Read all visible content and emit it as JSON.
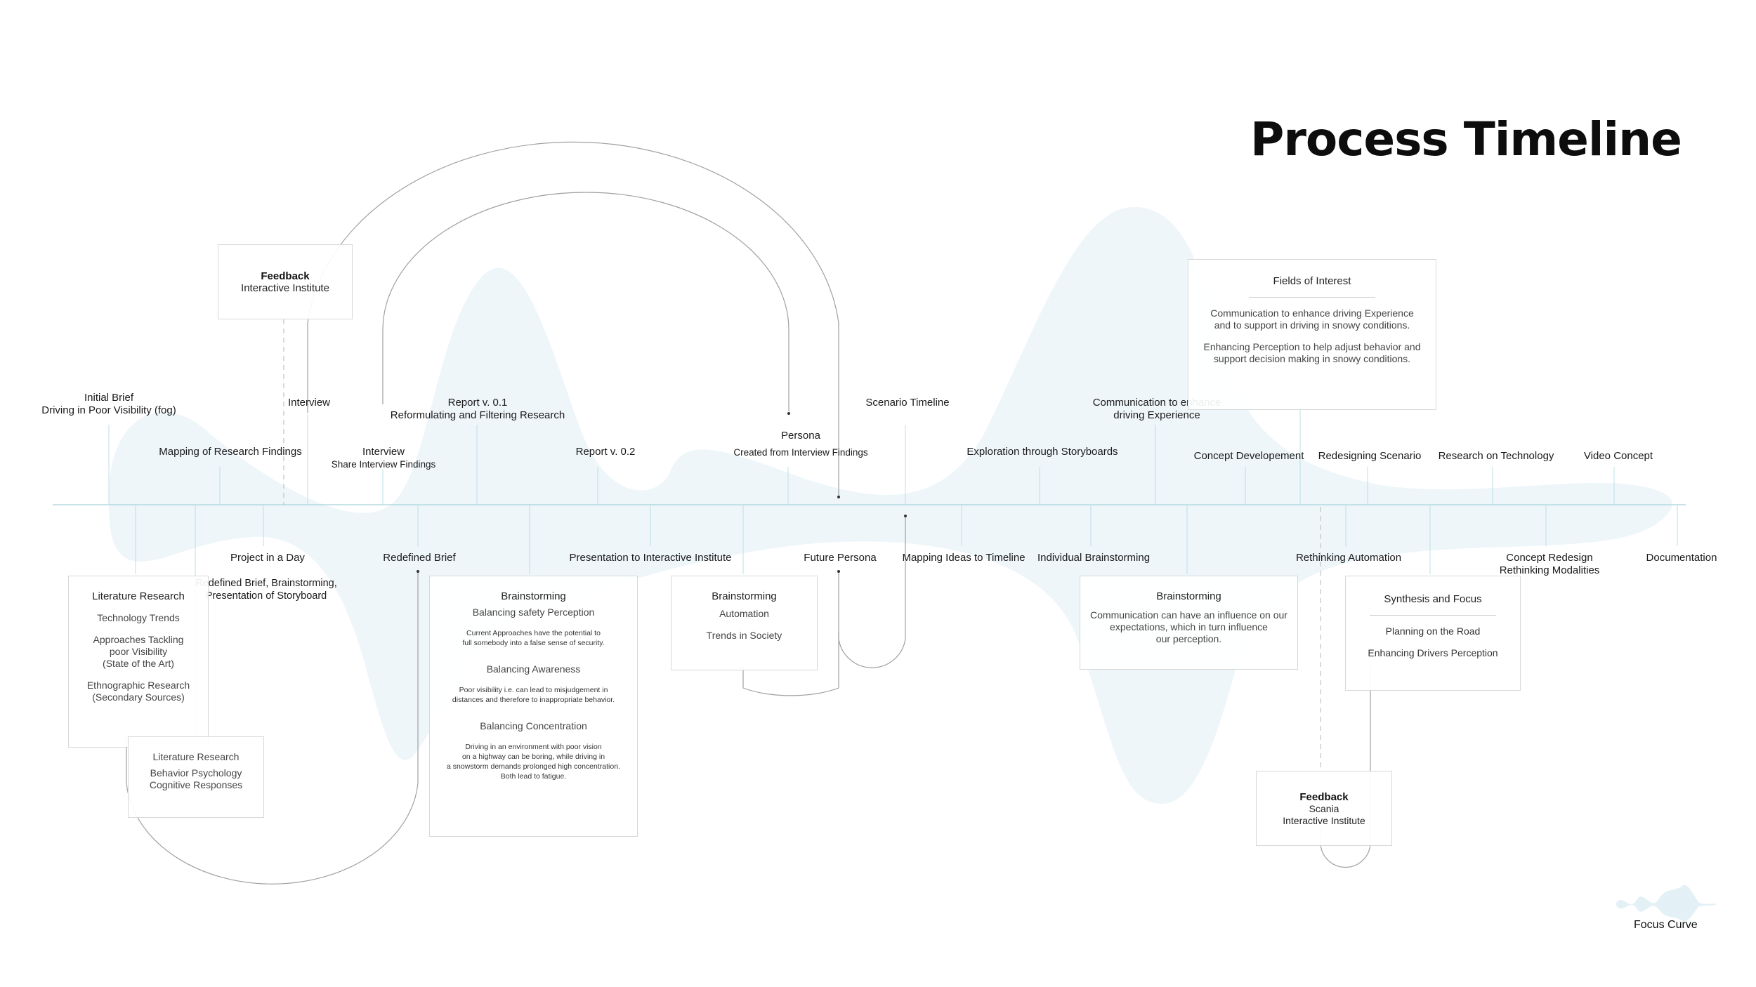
{
  "title": "Process Timeline",
  "legend": {
    "label": "Focus Curve"
  },
  "colors": {
    "curve_fill": "#eef6fa",
    "axis": "#a9d4dc",
    "tick": "#bcdfe5",
    "arc": "#a0a0a0",
    "dash": "#b5b5b5"
  },
  "above": [
    {
      "line1": "Initial Brief",
      "line2": "Driving in Poor Visibility (fog)"
    },
    {
      "line1": "Mapping of Research Findings",
      "line2": ""
    },
    {
      "line1": "Interview",
      "line2": ""
    },
    {
      "line1": "Interview",
      "line2": "Share Interview Findings"
    },
    {
      "line1": "Report v. 0.1",
      "line2": "Reformulating and Filtering Research"
    },
    {
      "line1": "Report v. 0.2",
      "line2": ""
    },
    {
      "line1": "Persona",
      "line2": "Created from Interview Findings"
    },
    {
      "line1": "Scenario Timeline",
      "line2": ""
    },
    {
      "line1": "Exploration through Storyboards",
      "line2": ""
    },
    {
      "line1": "Communication to enhance",
      "line2": "driving Experience"
    },
    {
      "line1": "Concept Developement",
      "line2": ""
    },
    {
      "line1": "Redesigning Scenario",
      "line2": ""
    },
    {
      "line1": "Research on Technology",
      "line2": ""
    },
    {
      "line1": "Video Concept",
      "line2": ""
    }
  ],
  "below": [
    {
      "line1": "Project in a Day",
      "line2": ""
    },
    {
      "line1": "Redefined Brief",
      "line2": ""
    },
    {
      "line1": "Presentation to Interactive Institute",
      "line2": ""
    },
    {
      "line1": "Future Persona",
      "line2": ""
    },
    {
      "line1": "Mapping Ideas to Timeline",
      "line2": ""
    },
    {
      "line1": "Individual Brainstorming",
      "line2": ""
    },
    {
      "line1": "Rethinking Automation",
      "line2": ""
    },
    {
      "line1": "Concept Redesign",
      "line2": "Rethinking Modalities"
    },
    {
      "line1": "Documentation",
      "line2": ""
    }
  ],
  "project_day_note": {
    "line1": "Redefined Brief, Brainstorming,",
    "line2": "Presentation of Storyboard"
  },
  "cards": {
    "feedback_ii": {
      "title": "Feedback",
      "sub": "Interactive Institute"
    },
    "fields": {
      "title": "Fields of Interest",
      "p1a": "Communication to enhance driving Experience",
      "p1b": "and to support in driving in snowy conditions.",
      "p2a": "Enhancing Perception to help adjust behavior and",
      "p2b": "support decision making in snowy conditions."
    },
    "lit1": {
      "title": "Literature Research",
      "i1": "Technology Trends",
      "i2a": "Approaches Tackling",
      "i2b": "poor Visibility",
      "i2c": "(State of the Art)",
      "i3a": "Ethnographic Research",
      "i3b": "(Secondary Sources)"
    },
    "lit2": {
      "title": "Literature Research",
      "a": "Behavior Psychology",
      "b": "Cognitive Responses"
    },
    "brain1": {
      "title": "Brainstorming",
      "h1": "Balancing safety Perception",
      "s1a": "Current Approaches have the potential to",
      "s1b": "full somebody into a false sense of security.",
      "h2": "Balancing Awareness",
      "s2a": "Poor visibility i.e. can lead to misjudgement in",
      "s2b": "distances and therefore to inappropriate behavior.",
      "h3": "Balancing Concentration",
      "s3a": "Driving in an environment with poor vision",
      "s3b": "on a highway can be boring, while driving in",
      "s3c": "a snowstorm demands prolonged high concentration.",
      "s3d": "Both lead to fatigue."
    },
    "brain2": {
      "title": "Brainstorming",
      "a": "Automation",
      "b": "Trends in Society"
    },
    "brain3": {
      "title": "Brainstorming",
      "a": "Communication can have an influence on our",
      "b": "expectations, which in turn influence",
      "c": "our perception."
    },
    "synth": {
      "title": "Synthesis and Focus",
      "a": "Planning on the Road",
      "b": "Enhancing Drivers Perception"
    },
    "feedback_sc": {
      "title": "Feedback",
      "a": "Scania",
      "b": "Interactive Institute"
    }
  }
}
